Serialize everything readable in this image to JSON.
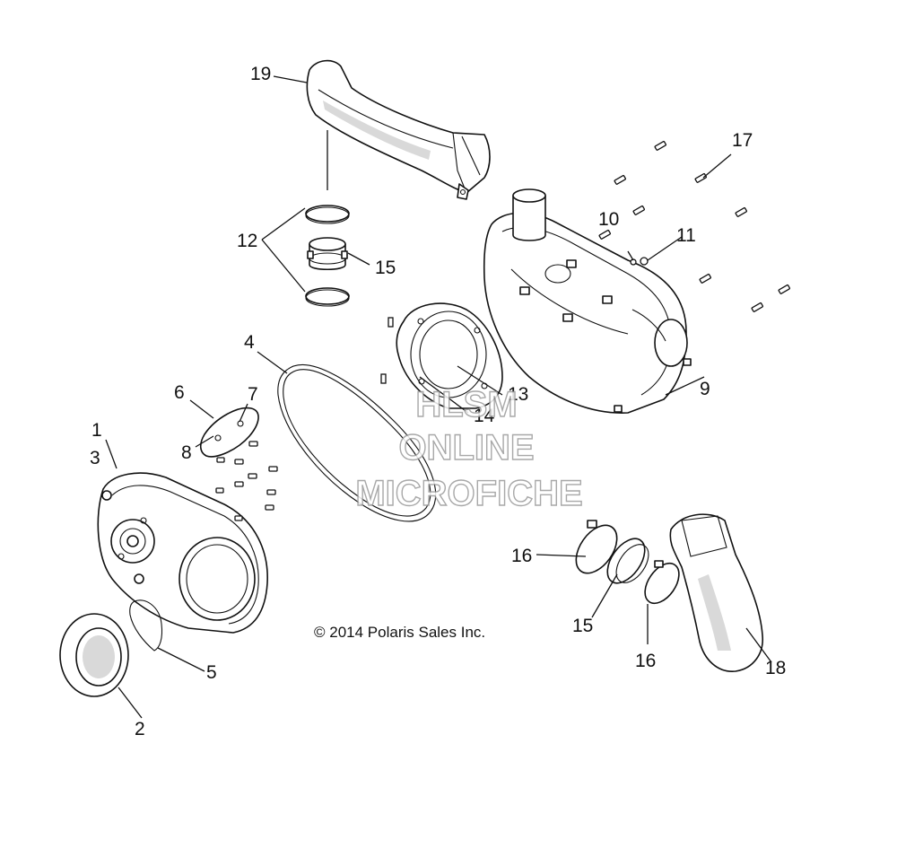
{
  "diagram": {
    "copyright": "© 2014 Polaris Sales Inc.",
    "watermark": {
      "line1": "HLSM",
      "line2": "ONLINE",
      "line3": "MICROFICHE"
    },
    "callouts": [
      {
        "id": "c1",
        "label": "1"
      },
      {
        "id": "c3",
        "label": "3"
      },
      {
        "id": "c2",
        "label": "2"
      },
      {
        "id": "c4",
        "label": "4"
      },
      {
        "id": "c5",
        "label": "5"
      },
      {
        "id": "c6",
        "label": "6"
      },
      {
        "id": "c7",
        "label": "7"
      },
      {
        "id": "c8",
        "label": "8"
      },
      {
        "id": "c9",
        "label": "9"
      },
      {
        "id": "c10",
        "label": "10"
      },
      {
        "id": "c11",
        "label": "11"
      },
      {
        "id": "c12",
        "label": "12"
      },
      {
        "id": "c13",
        "label": "13"
      },
      {
        "id": "c14",
        "label": "14"
      },
      {
        "id": "c15a",
        "label": "15"
      },
      {
        "id": "c15b",
        "label": "15"
      },
      {
        "id": "c16a",
        "label": "16"
      },
      {
        "id": "c16b",
        "label": "16"
      },
      {
        "id": "c17",
        "label": "17"
      },
      {
        "id": "c18",
        "label": "18"
      },
      {
        "id": "c19",
        "label": "19"
      }
    ]
  }
}
